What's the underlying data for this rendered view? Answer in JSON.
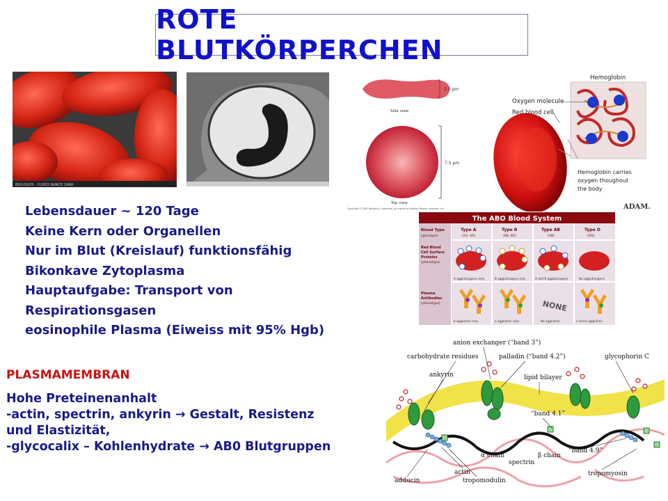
{
  "title": "ROTE BLUTKÖRPERCHEN",
  "facts": [
    "Lebensdauer ~ 120 Tage",
    "Keine Kern oder Organellen",
    "Nur im Blut (Kreislauf) funktionsfähig",
    "Bikonkave Zytoplasma",
    "Hauptaufgabe: Transport von",
    "Respirationsgasen",
    "eosinophile Plasma (Eiweiss mit 95% Hgb)"
  ],
  "membrane": {
    "heading": "PLASMAMEMBRAN",
    "lines": [
      "Hohe Preteinenanhalt",
      "-actin, spectrin, ankyrin → Gestalt, Resistenz",
      "und Elastizität,",
      "-glycocalix – Kohlenhydrate → AB0 Blutgruppen"
    ]
  },
  "rbc_geometry": {
    "side_view": "Side view",
    "thickness": "2.0 µm",
    "top_view": "Top view",
    "diameter": "7.5 µm",
    "copyright": "Copyright © 2001 Benjamin Cummings, an imprint of Addison Wesley Longman, Inc."
  },
  "hemoglobin": {
    "hemoglobin": "Hemoglobin",
    "oxygen_molecule": "Oxygen molecule",
    "red_blood_cell": "Red blood cell",
    "carries": [
      "Hemoglobin carries",
      "oxygen thoughout",
      "the body"
    ],
    "logo": "ADAM."
  },
  "abo": {
    "title": "The ABO Blood System",
    "columns": [
      {
        "name": "Blood Type",
        "sub": "(genotype)"
      },
      {
        "name": "Type A",
        "sub": "(AA, AO)"
      },
      {
        "name": "Type B",
        "sub": "(BB, BO)"
      },
      {
        "name": "Type AB",
        "sub": "(AB)"
      },
      {
        "name": "Type O",
        "sub": "(OO)"
      }
    ],
    "row1": {
      "label": [
        "Red Blood",
        "Cell Surface",
        "Proteins",
        "(phenotype)"
      ],
      "notes": [
        "A agglutinogens only",
        "B agglutinogens only",
        "A and B agglutinogens",
        "No agglutinogens"
      ]
    },
    "row2": {
      "label": [
        "Plasma",
        "Antibodies",
        "(phenotype)"
      ],
      "notes": [
        "b agglutinin only",
        "a agglutinin only",
        "No agglutinin",
        "a and b agglutinin"
      ],
      "none": "NONE"
    }
  },
  "membrane_diagram": {
    "labels": {
      "anion": "anion exchanger (“band 3”)",
      "carbohydrate": "carbohydrate residues",
      "palladin": "palladin (“band 4.2”)",
      "glycophorin": "glycophorin C",
      "ankyrin": "ankyrin",
      "lipid": "lipid bilayer",
      "band41": "“band 4.1”",
      "band49": "“band 4.9”",
      "alpha": "α chain",
      "beta": "β chain",
      "spectrin": "spectrin",
      "adducin": "adducin",
      "actin": "actin",
      "tropomodulin": "tropomodulin",
      "tropomyosin": "tropomyosin"
    }
  },
  "photo_caption": "BIOLOGOS · ©2003 NANCE CARR",
  "colors": {
    "title": "#1111cc",
    "text": "#1a1a88",
    "heading": "#cc1111"
  }
}
